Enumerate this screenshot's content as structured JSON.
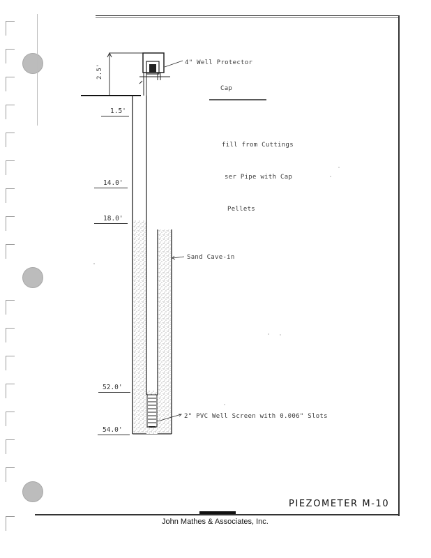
{
  "labels": {
    "well_protector": "4\" Well Protector",
    "cap": "Cap",
    "backfill": "fill from Cuttings",
    "riser": "ser Pipe with Cap",
    "pellets": "Pellets",
    "sand": "Sand Cave-in",
    "screen": "2\" PVC Well Screen with 0.006\" Slots"
  },
  "dimensions": {
    "stickup": "2.5'"
  },
  "depths": {
    "d1": "1.5'",
    "d2": "14.0'",
    "d3": "18.0'",
    "d4": "52.0'",
    "d5": "54.0'"
  },
  "title": "PIEZOMETER M-10",
  "company": "John Mathes & Associates, Inc."
}
